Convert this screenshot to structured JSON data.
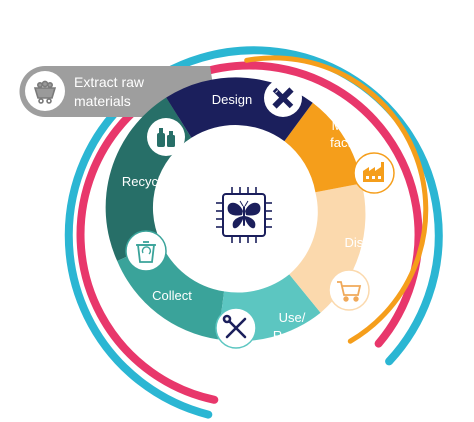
{
  "colors": {
    "background": "#ffffff",
    "outer_ring_cyan": "#2BB6D3",
    "outer_ring_pink": "#E8376B",
    "design": "#1B1F5C",
    "manufacture": "#F59E1B",
    "distribute": "#FBD9AD",
    "use_repair": "#5CC6C1",
    "collect": "#3AA39A",
    "recycle": "#276F68",
    "extract": "#9E9E9E",
    "icon_circle": "#ffffff",
    "icon_stroke_gray": "#6d6d6d",
    "center_icon": "#1B1F5C"
  },
  "extract": {
    "label_line1": "Extract raw",
    "label_line2": "materials",
    "icon": "mine-cart-icon"
  },
  "segments": [
    {
      "id": "design",
      "label_lines": [
        "Design"
      ],
      "icon": "pencil-ruler-icon"
    },
    {
      "id": "manufacture",
      "label_lines": [
        "Manu-",
        "facture"
      ],
      "icon": "factory-icon"
    },
    {
      "id": "distribute",
      "label_lines": [
        "Distribute"
      ],
      "icon": "shopping-cart-icon"
    },
    {
      "id": "use_repair",
      "label_lines": [
        "Use/",
        "Repair"
      ],
      "icon": "wrench-screwdriver-icon"
    },
    {
      "id": "collect",
      "label_lines": [
        "Collect"
      ],
      "icon": "recycling-bin-icon"
    },
    {
      "id": "recycle",
      "label_lines": [
        "Recycle"
      ],
      "icon": "bottles-icon"
    }
  ],
  "center": {
    "icon": "butterfly-chip-icon"
  }
}
